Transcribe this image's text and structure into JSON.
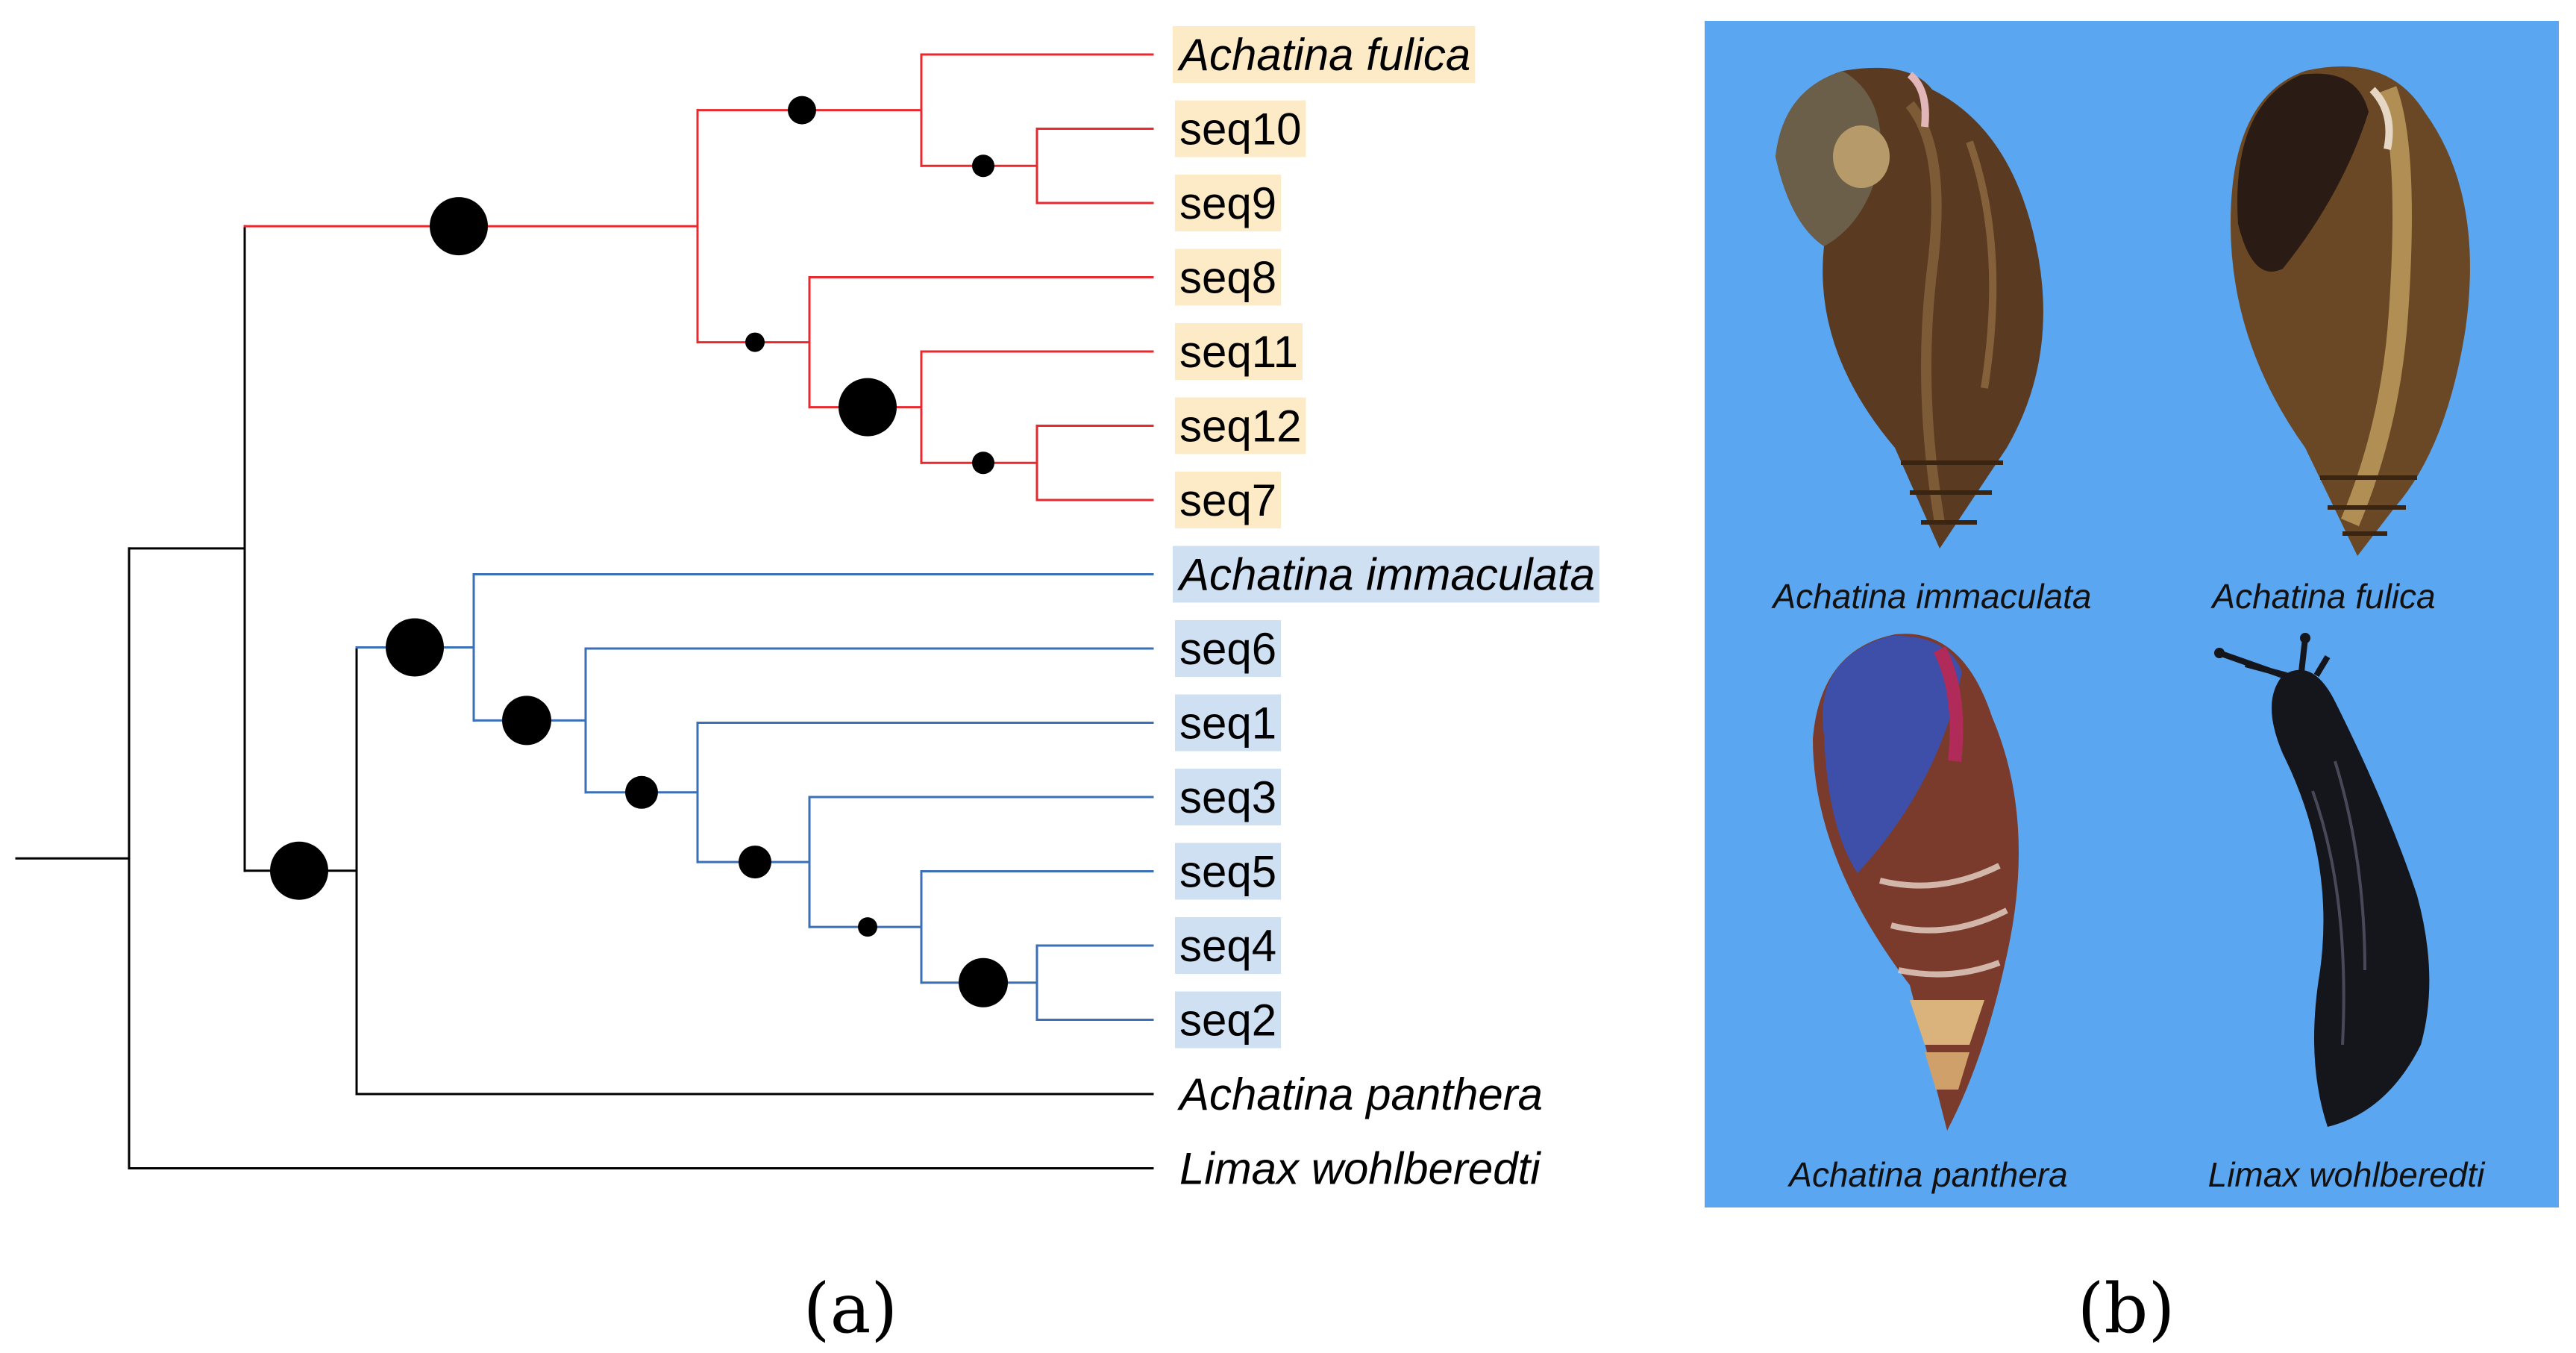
{
  "panel_a": {
    "label": "(a)",
    "tips": [
      {
        "id": "t_afulica",
        "label": "Achatina fulica",
        "italic": true,
        "group": "red"
      },
      {
        "id": "t_seq10",
        "label": "seq10",
        "italic": false,
        "group": "red"
      },
      {
        "id": "t_seq9",
        "label": "seq9",
        "italic": false,
        "group": "red"
      },
      {
        "id": "t_seq8",
        "label": "seq8",
        "italic": false,
        "group": "red"
      },
      {
        "id": "t_seq11",
        "label": "seq11",
        "italic": false,
        "group": "red"
      },
      {
        "id": "t_seq12",
        "label": "seq12",
        "italic": false,
        "group": "red"
      },
      {
        "id": "t_seq7",
        "label": "seq7",
        "italic": false,
        "group": "red"
      },
      {
        "id": "t_aimmaculata",
        "label": "Achatina immaculata",
        "italic": true,
        "group": "blue"
      },
      {
        "id": "t_seq6",
        "label": "seq6",
        "italic": false,
        "group": "blue"
      },
      {
        "id": "t_seq1",
        "label": "seq1",
        "italic": false,
        "group": "blue"
      },
      {
        "id": "t_seq3",
        "label": "seq3",
        "italic": false,
        "group": "blue"
      },
      {
        "id": "t_seq5",
        "label": "seq5",
        "italic": false,
        "group": "blue"
      },
      {
        "id": "t_seq4",
        "label": "seq4",
        "italic": false,
        "group": "blue"
      },
      {
        "id": "t_seq2",
        "label": "seq2",
        "italic": false,
        "group": "blue"
      },
      {
        "id": "t_apanthera",
        "label": "Achatina panthera",
        "italic": true,
        "group": "black"
      },
      {
        "id": "t_limax",
        "label": "Limax wohlberedti",
        "italic": true,
        "group": "black"
      }
    ],
    "colors": {
      "red": "#e8292e",
      "blue": "#3b6fb6",
      "black": "#000000",
      "red_highlight": "#fdebc8",
      "blue_highlight": "#cfe0f3",
      "node_circle": "#000000"
    },
    "support_sizes": [
      "large",
      "medium",
      "small"
    ]
  },
  "panel_b": {
    "label": "(b)",
    "background": "#5ba6f0",
    "captions": {
      "top_left": "Achatina immaculata",
      "top_right": "Achatina fulica",
      "bottom_left": "Achatina panthera",
      "bottom_right": "Limax wohlberedti"
    }
  }
}
